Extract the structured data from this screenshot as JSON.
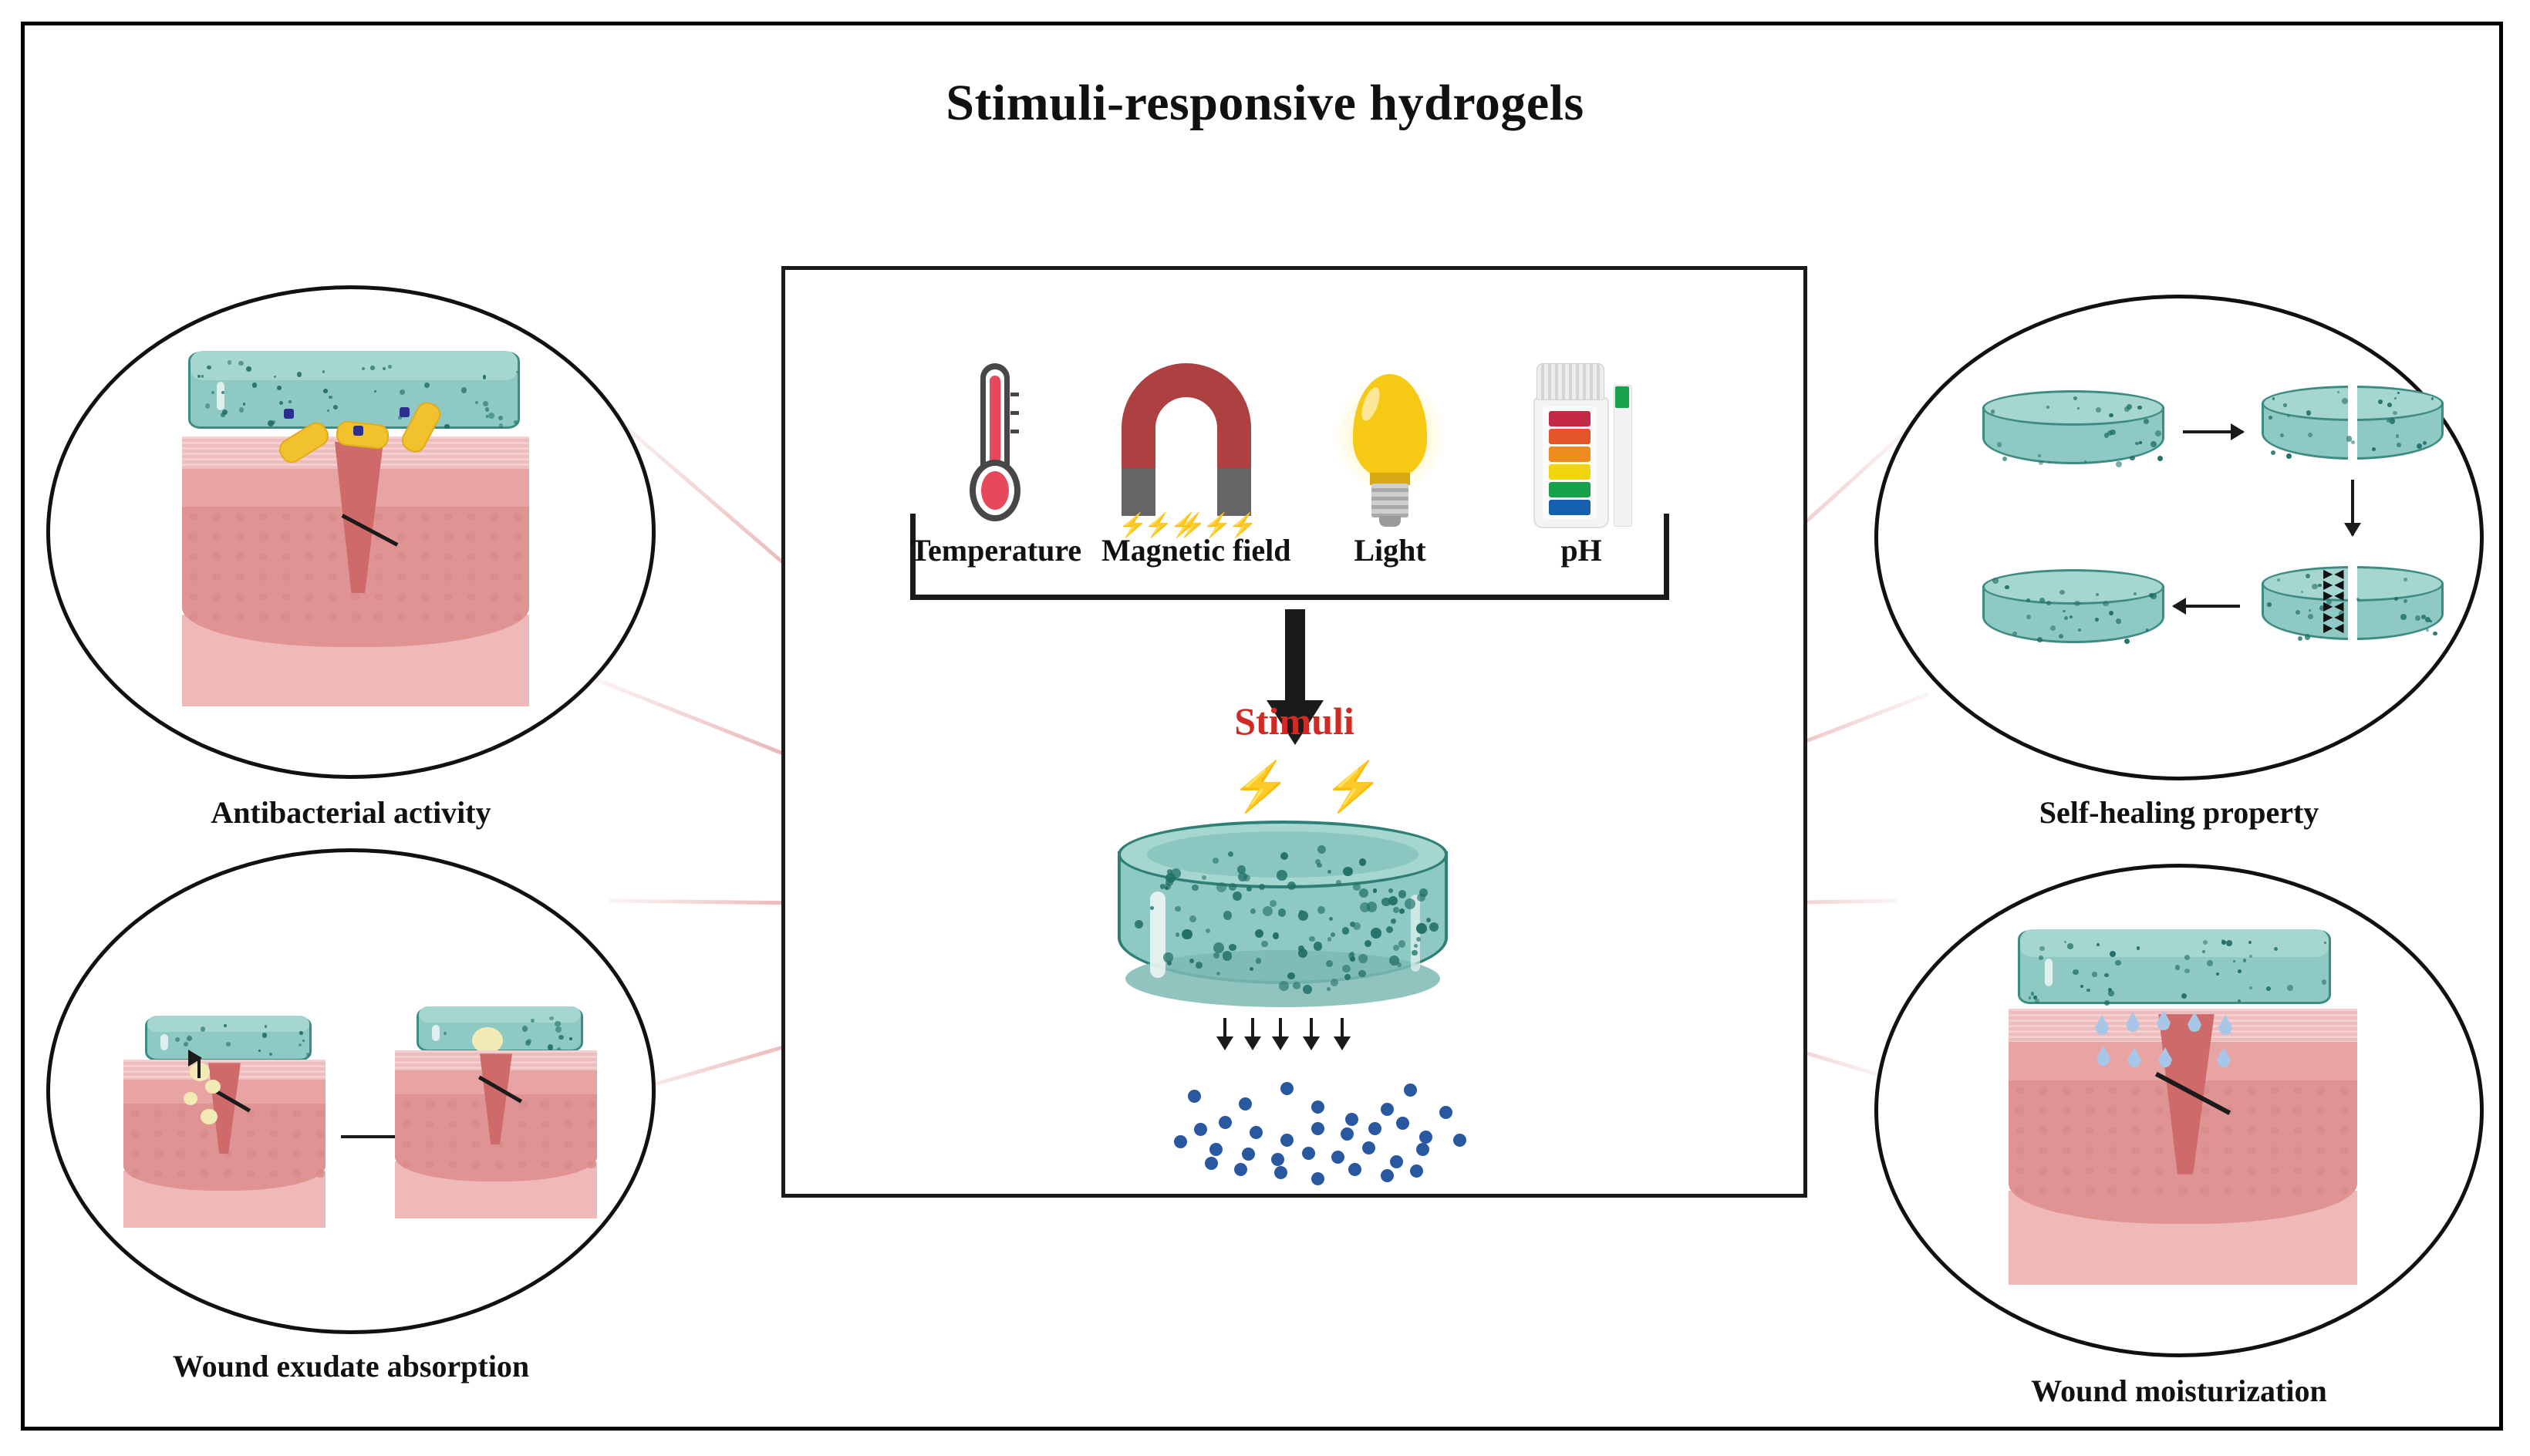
{
  "figure": {
    "title": "Stimuli-responsive hydrogels",
    "center_label": "Stimuli",
    "accent_red": "#cf2b24",
    "connector_red": "#c94a4a",
    "gel_teal": "#8fc9c3",
    "gel_outline": "#2f7f77",
    "skin_pink": "#e09393",
    "particle_blue": "#28589f"
  },
  "stimuli": [
    {
      "id": "temperature",
      "label": "Temperature",
      "icon": "thermometer-icon",
      "color": "#e8485c"
    },
    {
      "id": "magnetic-field",
      "label": "Magnetic field",
      "icon": "horseshoe-magnet-icon",
      "color": "#ad4040"
    },
    {
      "id": "light",
      "label": "Light",
      "icon": "light-bulb-icon",
      "color": "#f6c915"
    },
    {
      "id": "ph",
      "label": "pH",
      "icon": "ph-test-bottle-icon",
      "color": "#16a34a"
    }
  ],
  "ph_bands": [
    "#c22a46",
    "#e4552a",
    "#ef8c1e",
    "#f2d40d",
    "#17a24a",
    "#1660b0"
  ],
  "panels": [
    {
      "id": "antibacterial",
      "caption": "Antibacterial activity",
      "position": "top-left"
    },
    {
      "id": "wound-exudate",
      "caption": "Wound exudate absorption",
      "position": "bottom-left"
    },
    {
      "id": "self-healing",
      "caption": "Self-healing property",
      "position": "top-right"
    },
    {
      "id": "wound-moisturization",
      "caption": "Wound moisturization",
      "position": "bottom-right"
    }
  ]
}
